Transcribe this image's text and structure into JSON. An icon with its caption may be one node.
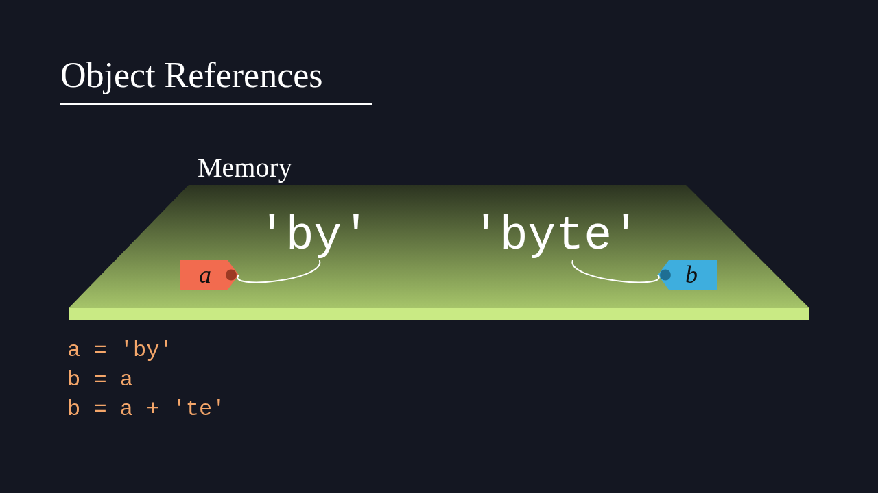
{
  "diagram": {
    "title": "Object References",
    "nodes": [
      {
        "text": [
          "Memory"
        ]
      },
      {
        "text": [
          "'by'"
        ],
        "in": 0
      },
      {
        "text": [
          "'byte'"
        ],
        "in": 0
      },
      {
        "text": [
          "a"
        ],
        "in": 0
      },
      {
        "text": [
          "b"
        ],
        "in": 0
      }
    ],
    "edges": [
      {
        "from": 3,
        "to": 1,
        "arrow": "none"
      },
      {
        "from": 4,
        "to": 2,
        "arrow": "none"
      }
    ],
    "labels": [
      "a = 'by'",
      "b = a",
      "b = a + 'te'"
    ]
  }
}
